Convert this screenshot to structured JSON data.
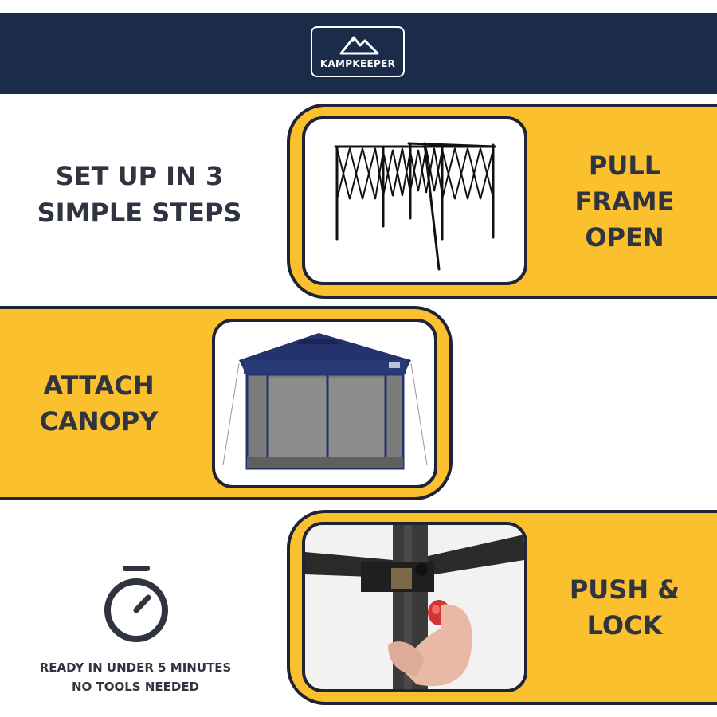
{
  "header": {
    "brand": "KAMPKEEPER",
    "background": "#1b2c4a"
  },
  "intro": {
    "title_line1": "SET UP IN 3",
    "title_line2": "SIMPLE STEPS"
  },
  "steps": [
    {
      "label_lines": [
        "PULL",
        "FRAME",
        "OPEN"
      ],
      "image": "collapsed-frame"
    },
    {
      "label_lines": [
        "ATTACH",
        "CANOPY"
      ],
      "image": "canopy-tent"
    },
    {
      "label_lines": [
        "PUSH &",
        "LOCK"
      ],
      "image": "lock-button"
    }
  ],
  "footer": {
    "line1": "READY IN UNDER 5 MINUTES",
    "line2": "NO TOOLS NEEDED",
    "icon": "stopwatch-icon"
  },
  "colors": {
    "accent": "#fbc02d",
    "text": "#2f3440",
    "border": "#1e2433"
  }
}
